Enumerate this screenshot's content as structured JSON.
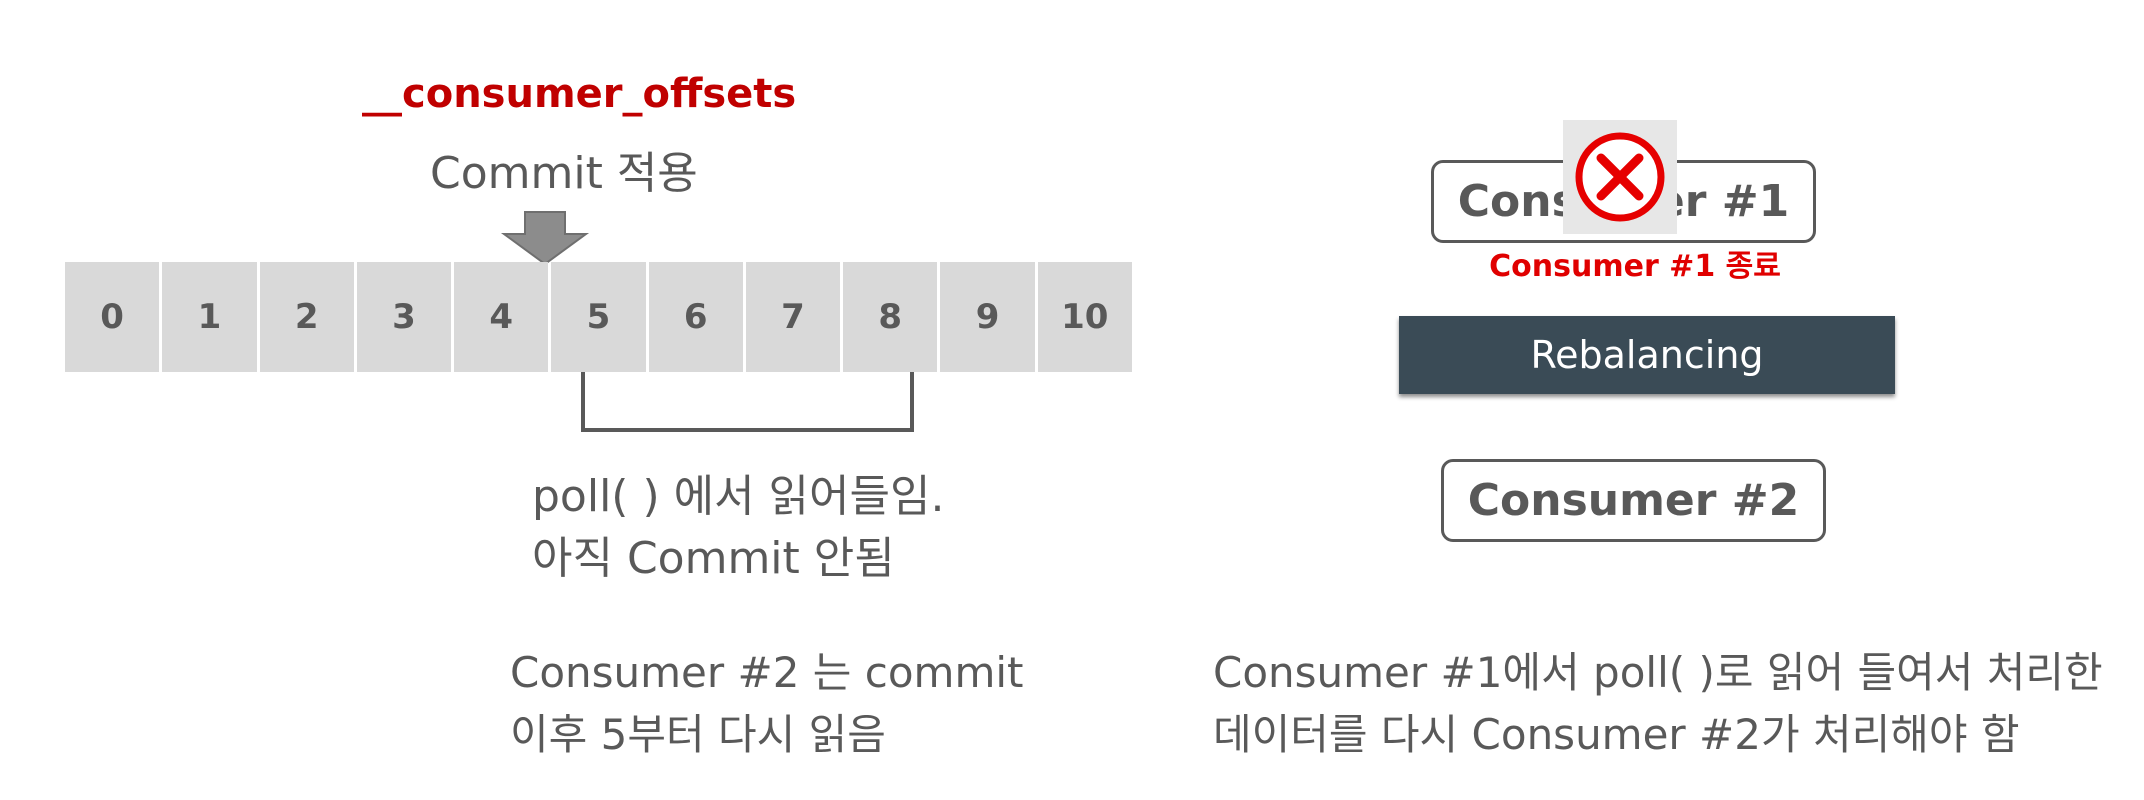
{
  "offsets_title": "__consumer_offsets",
  "commit_label": "Commit 적용",
  "offsets": [
    "0",
    "1",
    "2",
    "3",
    "4",
    "5",
    "6",
    "7",
    "8",
    "9",
    "10"
  ],
  "poll_text": [
    "poll( ) 에서 읽어들임.",
    "아직 Commit 안됨"
  ],
  "consumer2_note": [
    "Consumer #2 는 commit",
    "이후 5부터 다시 읽음"
  ],
  "consumer1_label": "Consumer #1",
  "consumer1_terminated": "Consumer #1 종료",
  "rebalancing_label": "Rebalancing",
  "consumer2_label": "Consumer #2",
  "reprocess_note": [
    "Consumer #1에서 poll( )로 읽어 들여서 처리한",
    "데이터를 다시 Consumer #2가 처리해야 함"
  ],
  "colors": {
    "accent_red": "#c00000",
    "error_red": "#e00000",
    "rebalancing_bg": "#3a4b56",
    "cell_bg": "#d9d9d9",
    "text_gray": "#595959"
  }
}
